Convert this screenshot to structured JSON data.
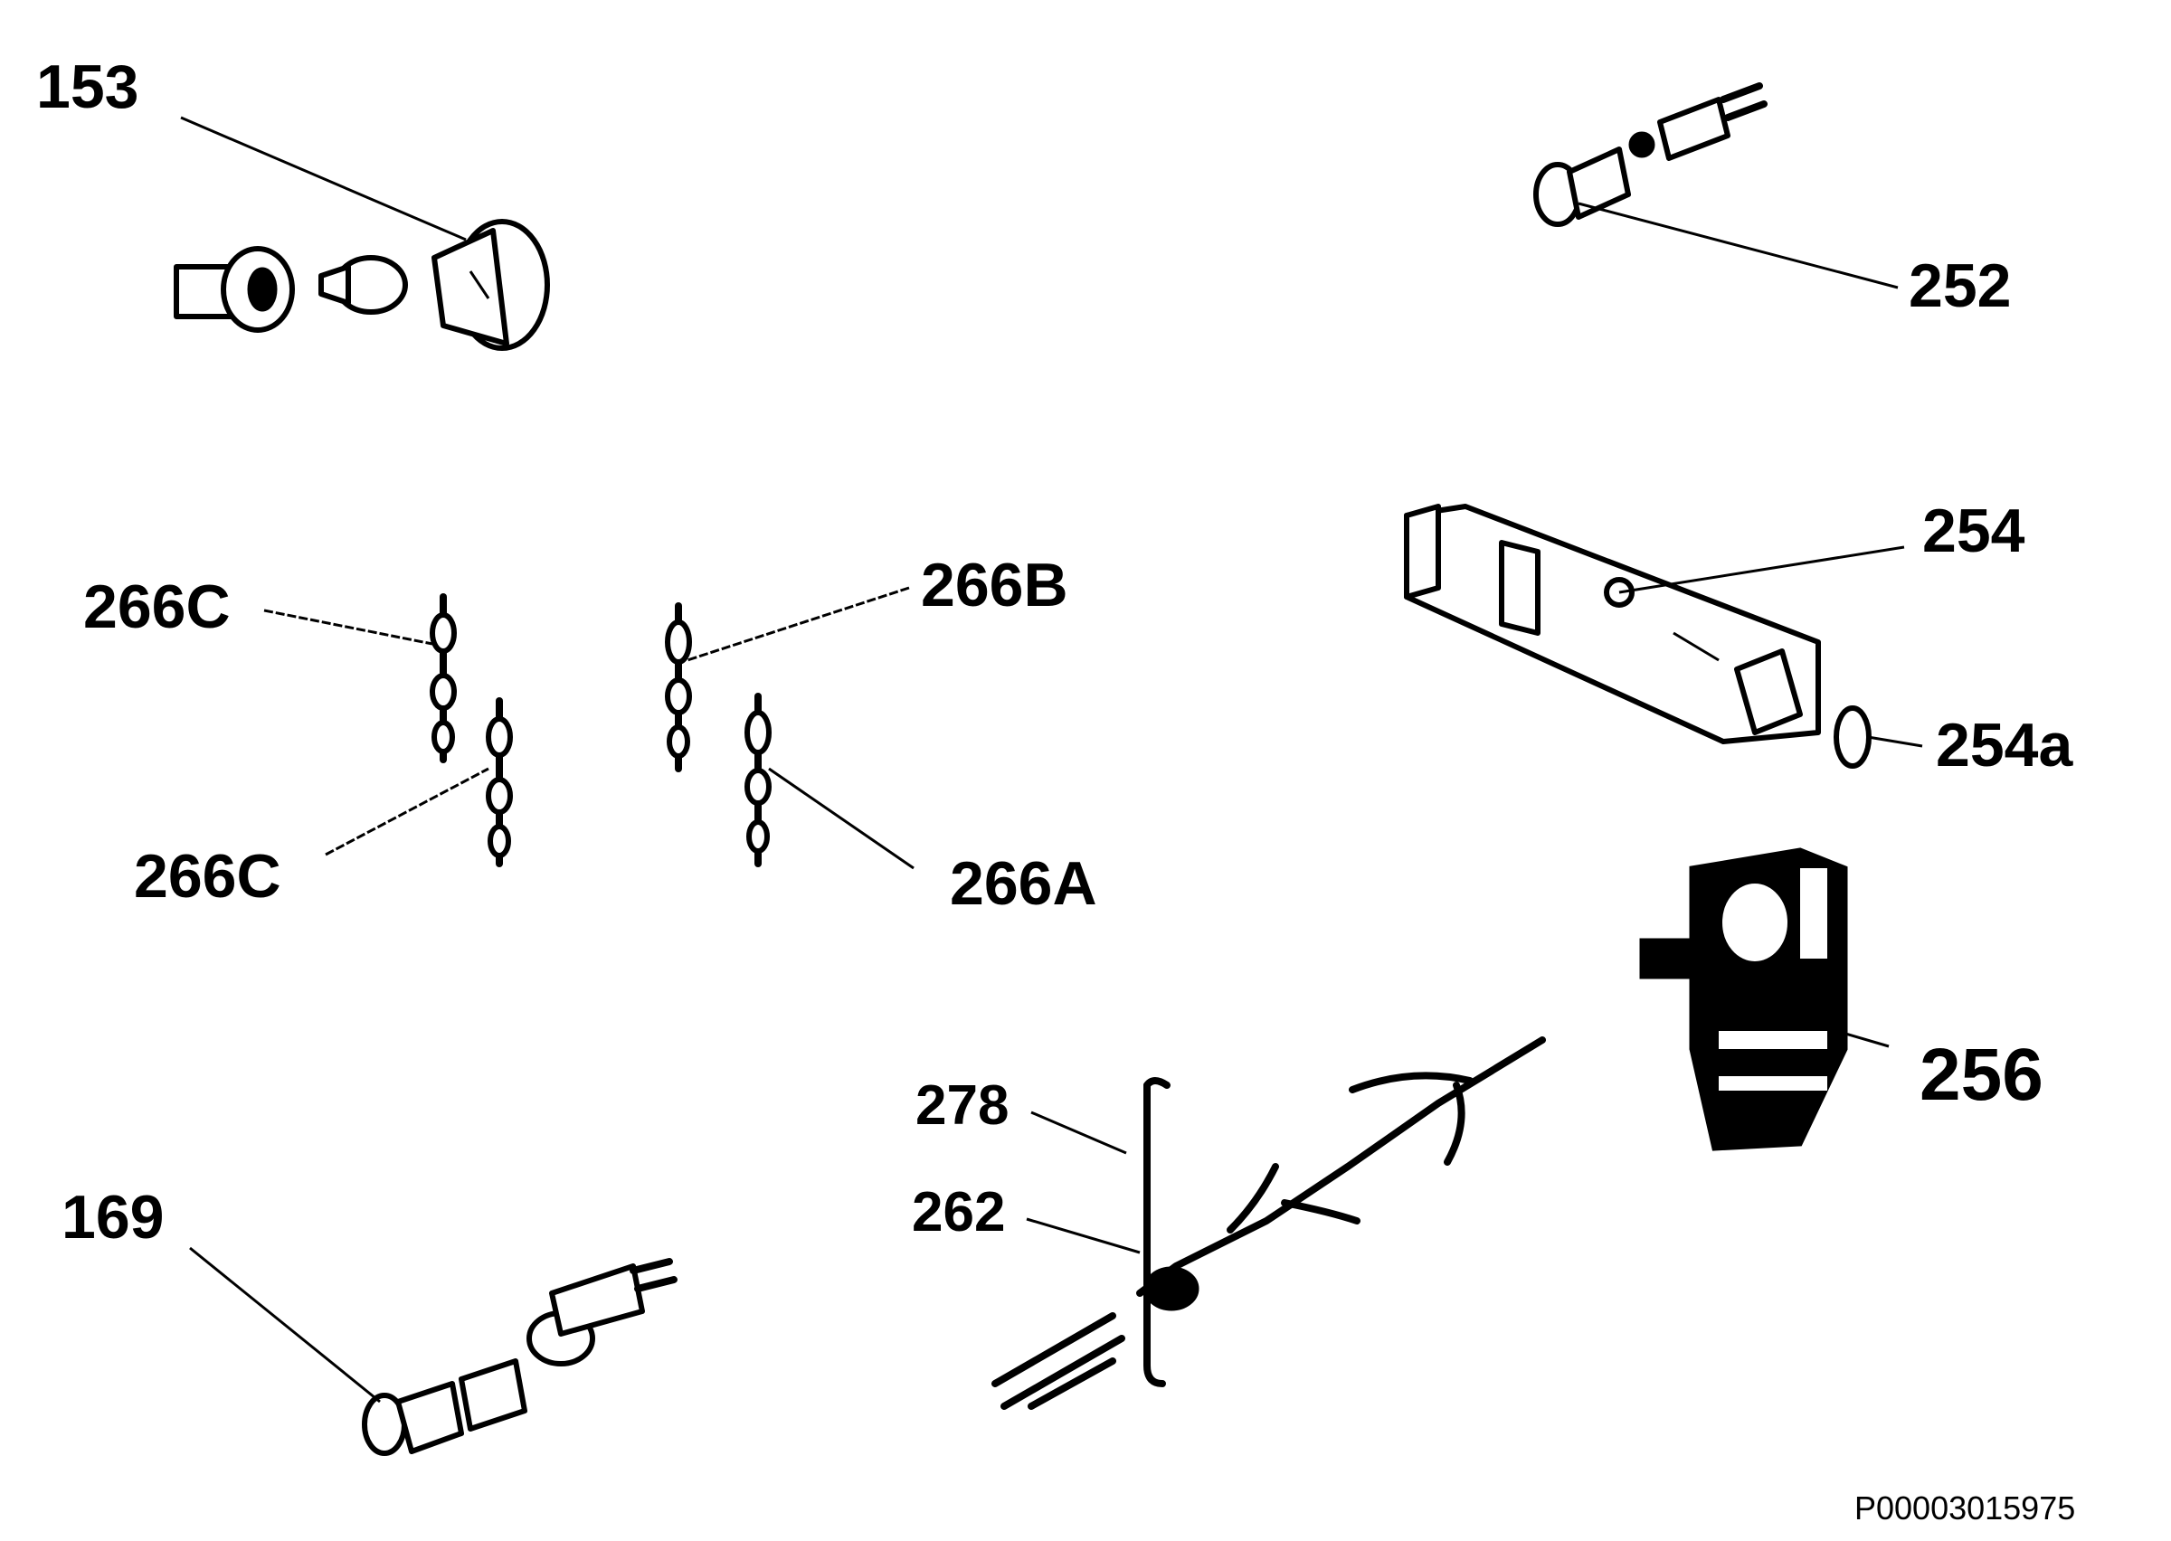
{
  "labels": {
    "l153": "153",
    "l252": "252",
    "l254": "254",
    "l254a": "254a",
    "l256": "256",
    "l266c_top": "266C",
    "l266b": "266B",
    "l266c_bottom": "266C",
    "l266a": "266A",
    "l278": "278",
    "l262": "262",
    "l169": "169"
  },
  "document_id": "P00003015975"
}
